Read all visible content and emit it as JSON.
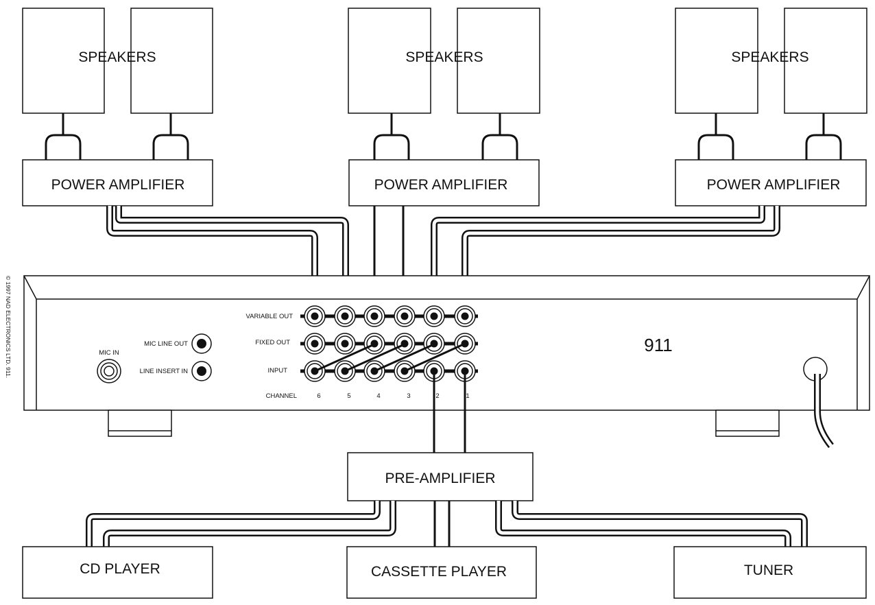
{
  "speakers": [
    {
      "label": "SPEAKERS"
    },
    {
      "label": "SPEAKERS"
    },
    {
      "label": "SPEAKERS"
    }
  ],
  "amplifiers": [
    {
      "label": "POWER AMPLIFIER"
    },
    {
      "label": "POWER AMPLIFIER"
    },
    {
      "label": "POWER AMPLIFIER"
    }
  ],
  "unit": {
    "model": "911",
    "mic_in": "MIC IN",
    "mic_line_out": "MIC LINE OUT",
    "line_insert_in": "LINE INSERT IN",
    "rows": [
      "VARIABLE OUT",
      "FIXED OUT",
      "INPUT"
    ],
    "channel_label": "CHANNEL",
    "channels": [
      "6",
      "5",
      "4",
      "3",
      "2",
      "1"
    ]
  },
  "preamp": {
    "label": "PRE-AMPLIFIER"
  },
  "sources": [
    {
      "label": "CD PLAYER"
    },
    {
      "label": "CASSETTE PLAYER"
    },
    {
      "label": "TUNER"
    }
  ],
  "copyright": "© 1997 NAD ELECTRONICS LTD. 911."
}
